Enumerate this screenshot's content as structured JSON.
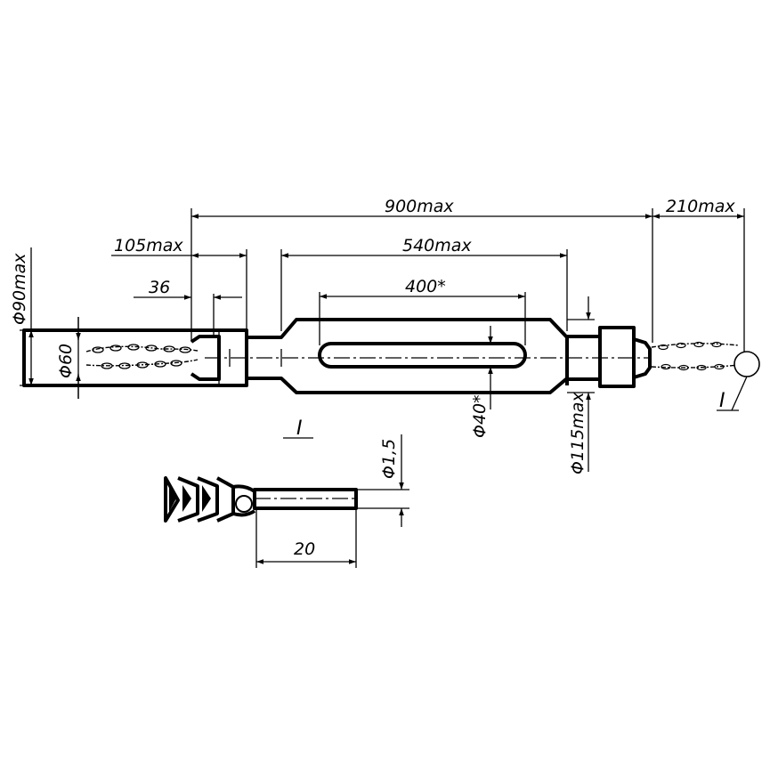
{
  "dimensions": {
    "overall_length": "900max",
    "tail_length": "210max",
    "end_length": "105max",
    "body_length": "540max",
    "slot_length": "400*",
    "pin_offset": "36",
    "outer_diameter": "Φ90max",
    "bore_diameter": "Φ60",
    "rod_diameter": "Φ40*",
    "head_diameter": "Φ115max",
    "pin_diameter": "Φ1,5",
    "pin_length": "20"
  },
  "views": {
    "detail_mark_main": "I",
    "detail_mark_view": "I",
    "detail_mark_callout": "I"
  }
}
